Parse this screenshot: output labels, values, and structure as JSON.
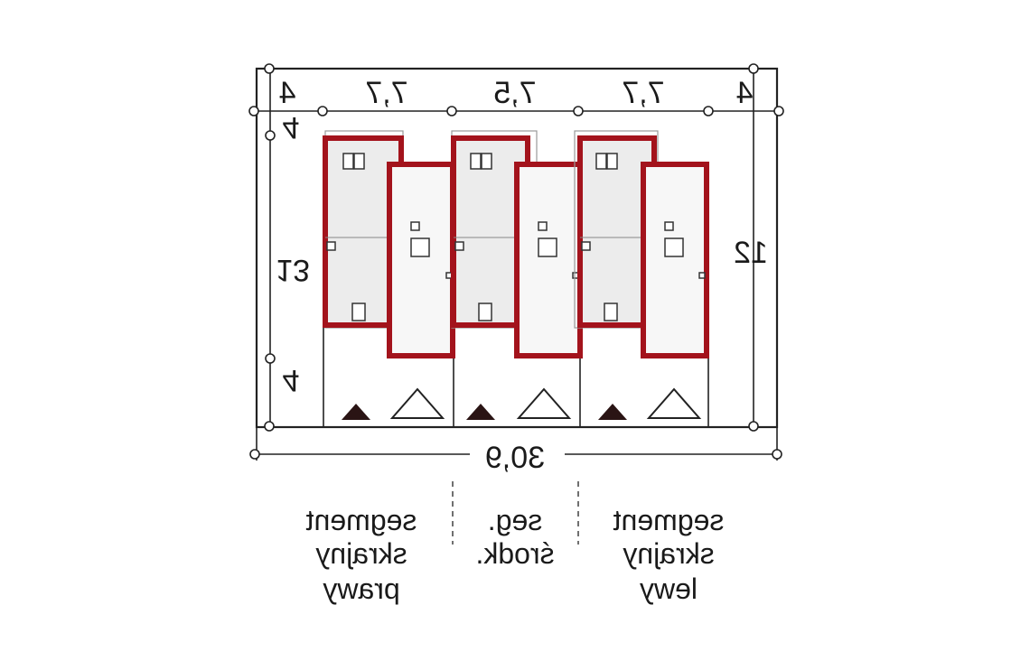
{
  "dimensions": {
    "top": [
      "4",
      "7,7",
      "7,5",
      "7,7",
      "4"
    ],
    "left_side": [
      "4",
      "13",
      "4"
    ],
    "right_side": "12",
    "total_width": "30,9"
  },
  "segments": [
    {
      "lines": [
        "segment",
        "skrajny",
        "prawy"
      ]
    },
    {
      "lines": [
        "seg.",
        "środk."
      ]
    },
    {
      "lines": [
        "segment",
        "skrajny",
        "lewy"
      ]
    }
  ],
  "colors": {
    "wall": "#a3131c",
    "lines": "#222222",
    "fill_light": "#f7f7f7",
    "fill_grey": "#ececec"
  },
  "icons": {
    "entrance": "filled-triangle",
    "parking": "outline-triangle"
  }
}
